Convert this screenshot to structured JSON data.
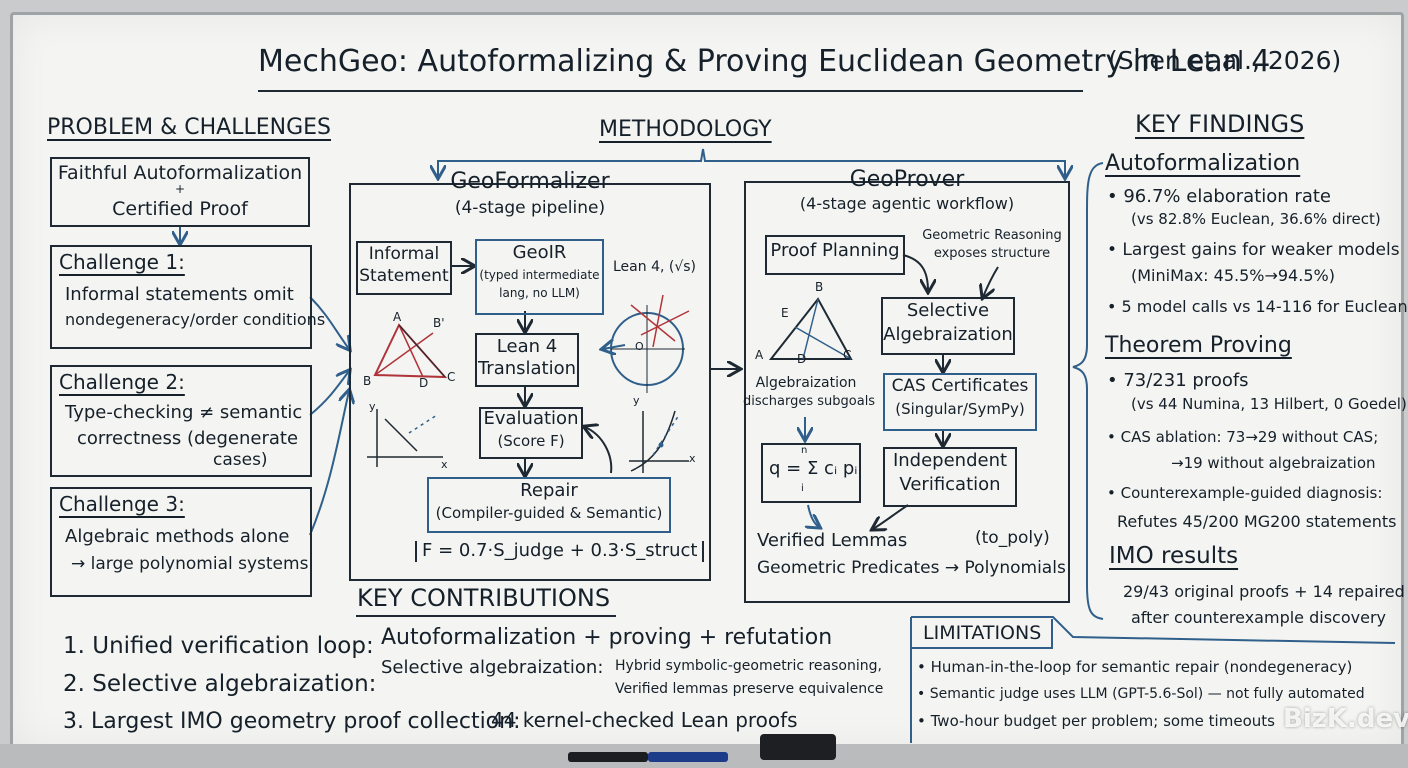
{
  "title": "MechGeo: Autoformalizing & Proving Euclidean Geometry in Lean 4",
  "citation": "(Shen et al., 2026)",
  "problem": {
    "heading": "PROBLEM & CHALLENGES",
    "goal_line1": "Faithful Autoformalization",
    "goal_plus": "+",
    "goal_line2": "Certified Proof",
    "c1_title": "Challenge 1:",
    "c1_l1": "Informal statements omit",
    "c1_l2": "nondegeneracy/order conditions",
    "c2_title": "Challenge 2:",
    "c2_l1": "Type-checking ≠ semantic",
    "c2_l2": "correctness (degenerate",
    "c2_l3": "cases)",
    "c3_title": "Challenge 3:",
    "c3_l1": "Algebraic methods alone",
    "c3_l2": "→ large polynomial systems"
  },
  "methodology": {
    "heading": "METHODOLOGY",
    "formalizer": {
      "title": "GeoFormalizer",
      "subtitle": "(4-stage pipeline)",
      "informal_l1": "Informal",
      "informal_l2": "Statement",
      "geoir_title": "GeoIR",
      "geoir_l1": "(typed intermediate",
      "geoir_l2": "lang, no LLM)",
      "lean_note": "Lean 4, (√s)",
      "lean_l1": "Lean 4",
      "lean_l2": "Translation",
      "eval_l1": "Evaluation",
      "eval_l2": "(Score F)",
      "repair_l1": "Repair",
      "repair_l2": "(Compiler-guided & Semantic)",
      "formula": "F = 0.7·S_judge + 0.3·S_struct",
      "tri_a": "A",
      "tri_b": "B'",
      "tri_b2": "B",
      "tri_d": "D",
      "tri_c": "C",
      "circle_o": "O",
      "axis_y": "y",
      "axis_x": "x"
    },
    "prover": {
      "title": "GeoProver",
      "subtitle": "(4-stage agentic workflow)",
      "planning": "Proof Planning",
      "reasoning_l1": "Geometric Reasoning",
      "reasoning_l2": "exposes structure",
      "selective_l1": "Selective",
      "selective_l2": "Algebraization",
      "cas_l1": "CAS Certificates",
      "cas_l2": "(Singular/SymPy)",
      "indep_l1": "Independent",
      "indep_l2": "Verification",
      "alg_l1": "Algebraization",
      "alg_l2": "discharges subgoals",
      "sum_formula": "q = Σ cᵢ pᵢ",
      "sum_top": "n",
      "sum_bottom": "i",
      "verified": "Verified Lemmas",
      "to_poly": "(to_poly)",
      "predicates": "Geometric Predicates → Polynomials",
      "tri_e": "E",
      "tri_b": "B",
      "tri_a": "A",
      "tri_d": "D",
      "tri_c": "C"
    }
  },
  "contributions": {
    "heading": "KEY CONTRIBUTIONS",
    "i1_label": "1. Unified verification loop:",
    "i1_text": "Autoformalization + proving + refutation",
    "i2_label": "2. Selective algebraization:",
    "i2_text": "Selective algebraization:",
    "i2_sub1": "Hybrid symbolic-geometric reasoning,",
    "i2_sub2": "Verified lemmas preserve equivalence",
    "i3_label": "3. Largest IMO geometry proof collection:",
    "i3_text": "44 kernel-checked Lean proofs"
  },
  "findings": {
    "heading": "KEY FINDINGS",
    "auto_heading": "Autoformalization",
    "a1": "• 96.7% elaboration rate",
    "a1_sub": "(vs 82.8% Euclean, 36.6% direct)",
    "a2": "• Largest gains for weaker models",
    "a2_sub": "(MiniMax: 45.5%→94.5%)",
    "a3": "• 5 model calls vs 14-116 for Euclean",
    "tp_heading": "Theorem Proving",
    "t1": "• 73/231 proofs",
    "t1_sub": "(vs 44 Numina, 13 Hilbert, 0 Goedel)",
    "t2": "• CAS ablation: 73→29 without CAS;",
    "t2_sub": "→19 without algebraization",
    "t3": "• Counterexample-guided diagnosis:",
    "t3_sub": "Refutes 45/200 MG200 statements",
    "imo_heading": "IMO results",
    "imo_l1": "29/43 original proofs + 14 repaired",
    "imo_l2": "after counterexample discovery"
  },
  "limitations": {
    "heading": "LIMITATIONS",
    "l1": "• Human-in-the-loop for semantic repair (nondegeneracy)",
    "l2": "• Semantic judge uses LLM (GPT-5.6-Sol) — not fully automated",
    "l3": "• Two-hour budget per problem; some timeouts"
  },
  "watermark": "BizK.dev",
  "colors": {
    "ink": "#16202a",
    "blue_ink": "#2f5f8a",
    "red_ink": "#b0343a",
    "board": "#f4f5f2"
  }
}
